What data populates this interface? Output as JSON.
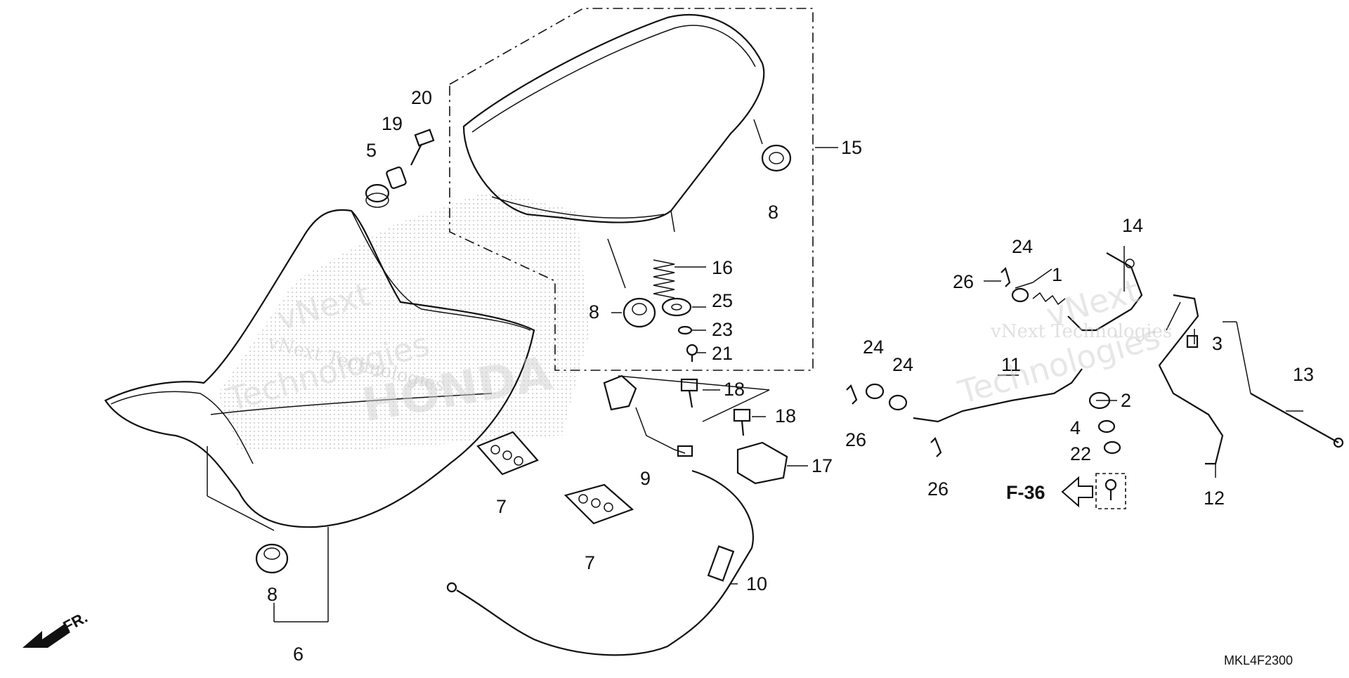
{
  "watermark": {
    "line1": "vNext Technologies",
    "line2": "vNext",
    "line3": "Technologies",
    "brand": "HONDA"
  },
  "diagram_code": "MKL4F2300",
  "front_indicator": "FR.",
  "reference_label": "F-36",
  "callouts": {
    "c1": "1",
    "c2": "2",
    "c3": "3",
    "c4": "4",
    "c5": "5",
    "c6": "6",
    "c7a": "7",
    "c7b": "7",
    "c8a": "8",
    "c8b": "8",
    "c8c": "8",
    "c9": "9",
    "c10": "10",
    "c11": "11",
    "c12": "12",
    "c13": "13",
    "c14": "14",
    "c15": "15",
    "c16": "16",
    "c17": "17",
    "c18a": "18",
    "c18b": "18",
    "c19": "19",
    "c20": "20",
    "c21": "21",
    "c22": "22",
    "c23": "23",
    "c24a": "24",
    "c24b": "24",
    "c24c": "24",
    "c25": "25",
    "c26a": "26",
    "c26b": "26",
    "c26c": "26"
  },
  "colors": {
    "line": "#111111",
    "dots": "#9a9a9a",
    "watermark": "#c8c8c8"
  }
}
